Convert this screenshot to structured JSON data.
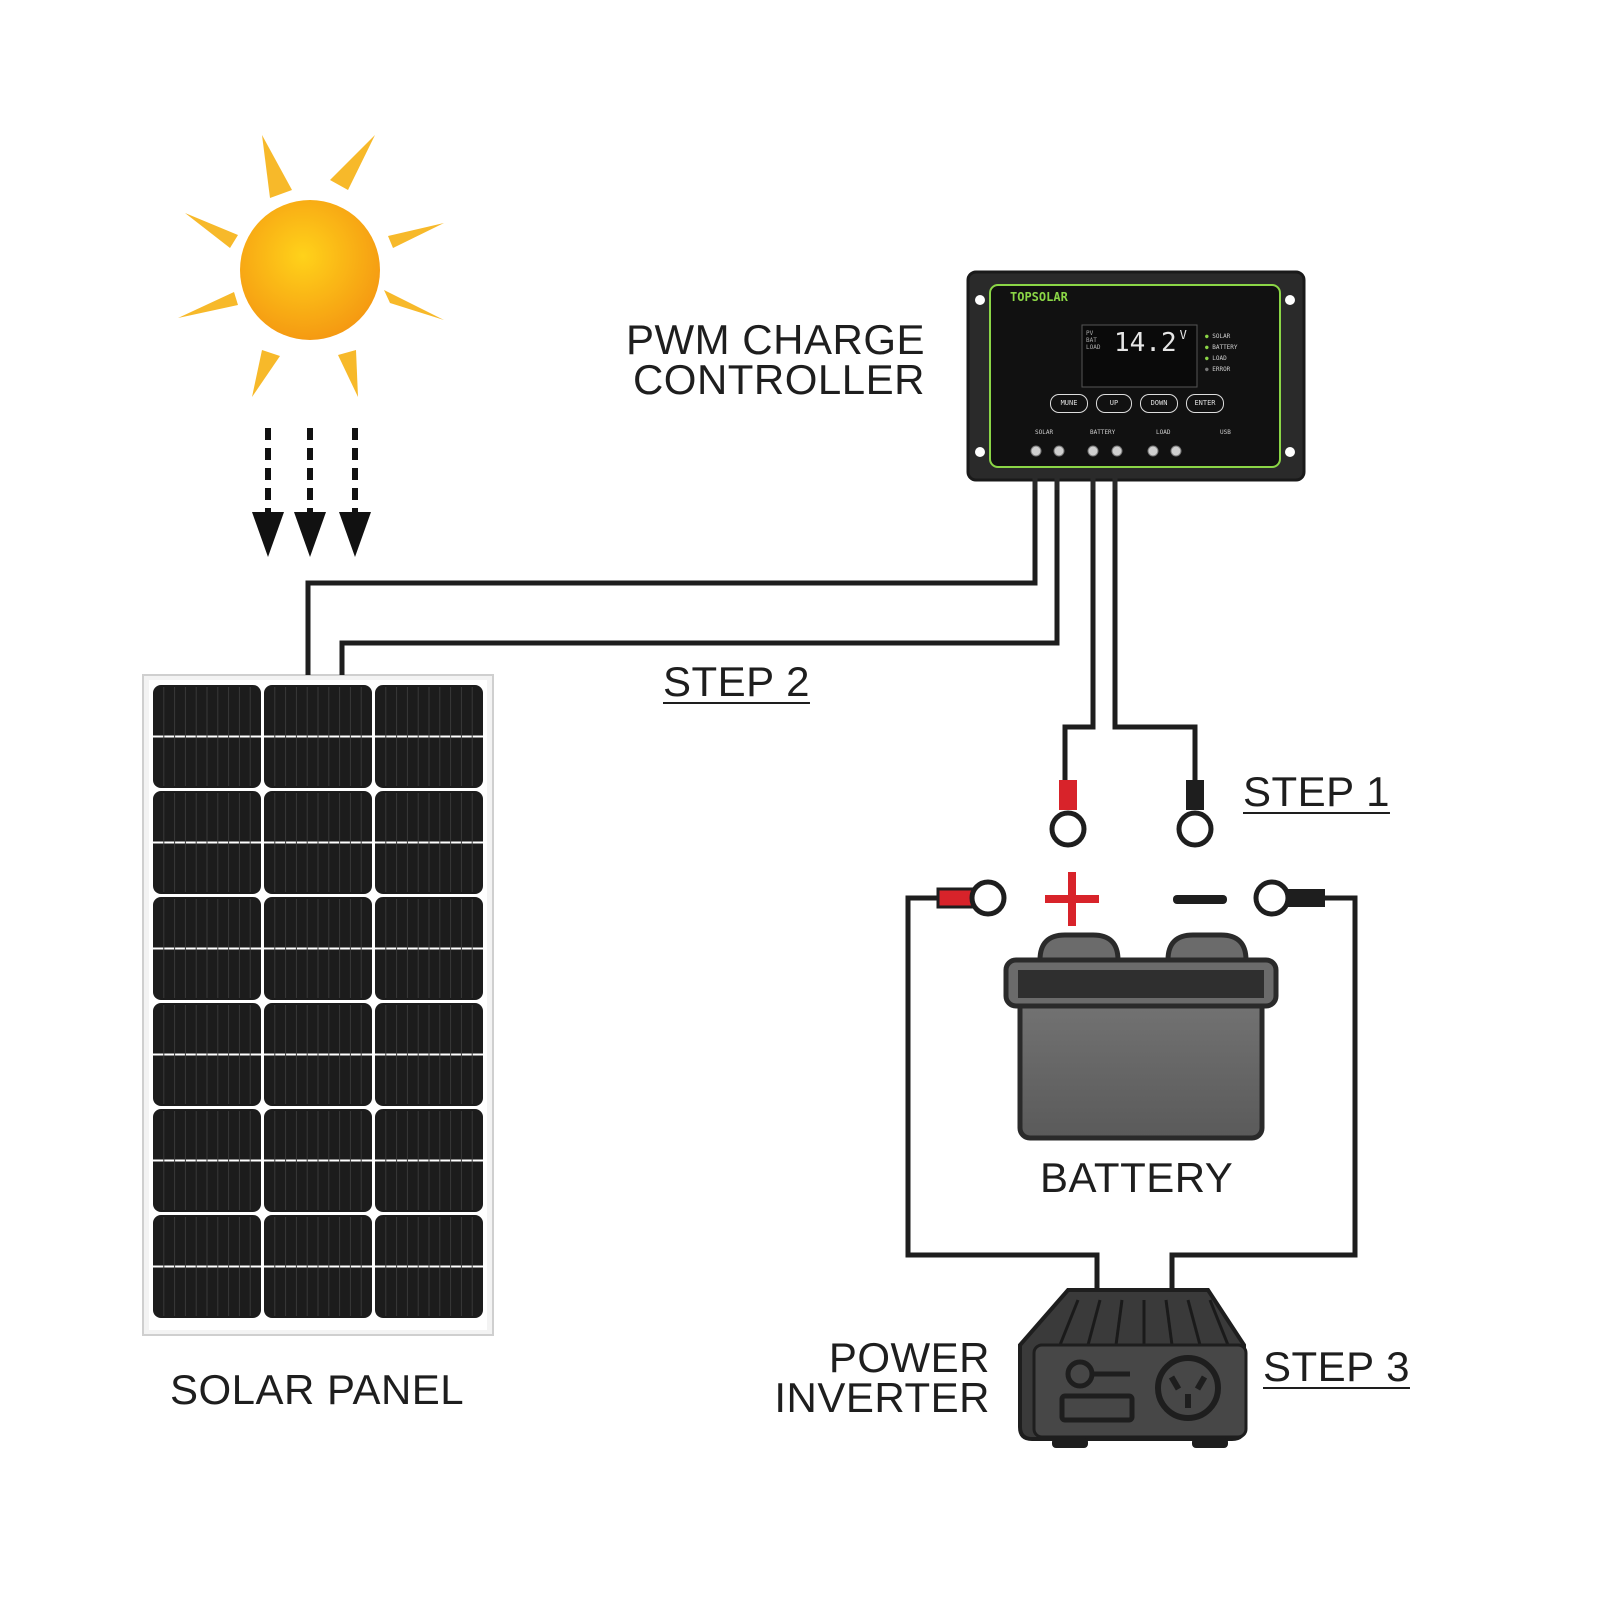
{
  "labels": {
    "controller_line1": "PWM CHARGE",
    "controller_line2": "CONTROLLER",
    "step2": "STEP 2",
    "step1": "STEP 1",
    "step3": "STEP 3",
    "battery": "BATTERY",
    "solar_panel": "SOLAR PANEL",
    "inverter_line1": "POWER",
    "inverter_line2": "INVERTER"
  },
  "controller": {
    "brand": "TOPSOLAR",
    "display_value": "14.2",
    "display_unit": "V",
    "display_rows": [
      "PV",
      "BAT",
      "LOAD"
    ],
    "indicators": [
      "SOLAR",
      "BATTERY",
      "LOAD",
      "ERROR"
    ],
    "buttons": [
      "MUNE",
      "UP",
      "DOWN",
      "ENTER"
    ],
    "ports": [
      "SOLAR",
      "BATTERY",
      "LOAD",
      "USB"
    ]
  },
  "colors": {
    "wire": "#1e1e1e",
    "positive": "#d8232a",
    "negative": "#1e1e1e",
    "sun": "#f7a81b",
    "ray": "#f7b92a",
    "panel_cell": "#1c1c1c",
    "panel_frame": "#e6e6e6",
    "controller_body": "#2a2a2a",
    "controller_accent": "#8bd646",
    "battery_body": "#6b6b6b",
    "battery_top": "#2f2f2f"
  }
}
